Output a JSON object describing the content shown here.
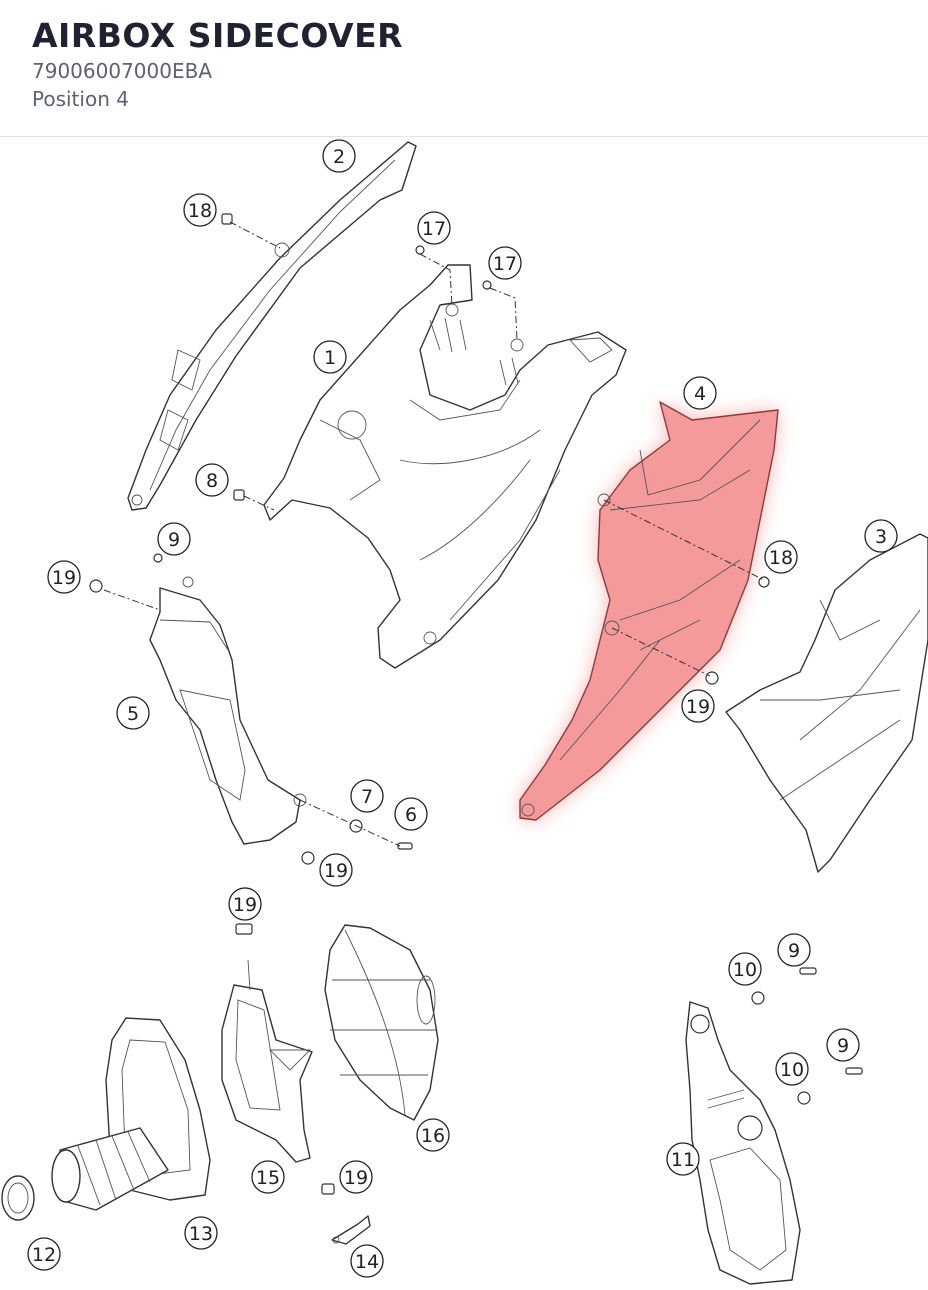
{
  "header": {
    "title": "AIRBOX SIDECOVER",
    "part_number": "79006007000EBA",
    "position": "Position 4"
  },
  "diagram": {
    "highlight_color": "#f08080",
    "callouts": {
      "c1": "1",
      "c2": "2",
      "c3": "3",
      "c4": "4",
      "c5": "5",
      "c6": "6",
      "c7": "7",
      "c8": "8",
      "c9a": "9",
      "c9b": "9",
      "c9c": "9",
      "c10a": "10",
      "c10b": "10",
      "c11": "11",
      "c12": "12",
      "c13": "13",
      "c14": "14",
      "c15": "15",
      "c16": "16",
      "c17a": "17",
      "c17b": "17",
      "c18a": "18",
      "c18b": "18",
      "c19a": "19",
      "c19b": "19",
      "c19c": "19",
      "c19d": "19",
      "c19e": "19"
    }
  }
}
